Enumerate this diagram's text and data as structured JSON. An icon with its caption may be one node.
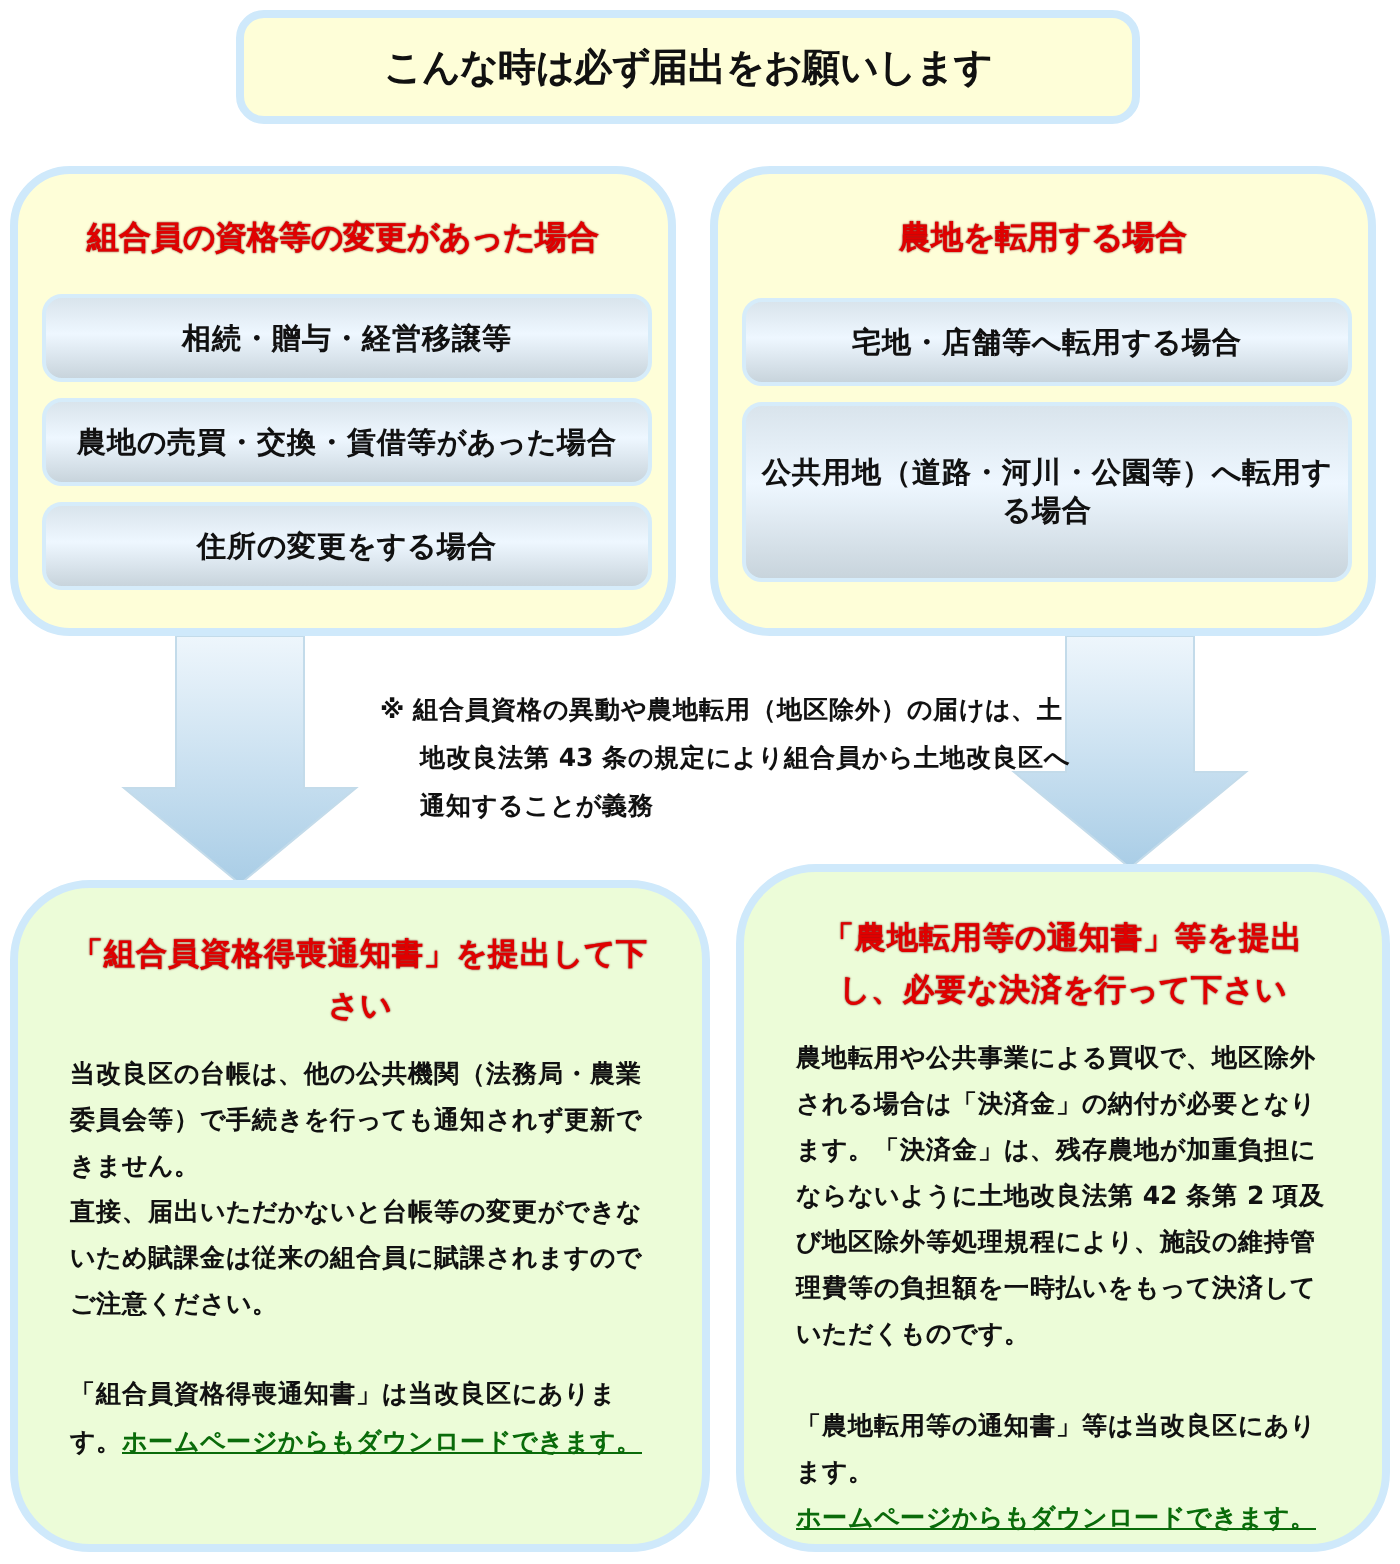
{
  "diagram": {
    "nodes": [
      {
        "text": [
          "こんな時は必ず届出をお願いします"
        ]
      },
      {
        "text": [
          "組合員の資格等の変更があった場合"
        ]
      },
      {
        "text": [
          "相続・贈与・経営移譲等"
        ],
        "in": 1
      },
      {
        "text": [
          "農地の売買・交換・賃借等があった場合"
        ],
        "in": 1
      },
      {
        "text": [
          "住所の変更をする場合"
        ],
        "in": 1
      },
      {
        "text": [
          "農地を転用する場合"
        ]
      },
      {
        "text": [
          "宅地・店舗等へ転用する場合"
        ],
        "in": 5
      },
      {
        "text": [
          "公共用地（道路・河川・公園等）へ転用する場合"
        ],
        "in": 5
      },
      {
        "text": [
          "「組合員資格得喪通知書」を提出して下さい",
          "当改良区の台帳は、他の公共機関（法務局・農業委員会等）で手続きを行っても通知されず更新できません。",
          "直接、届出いただかないと台帳等の変更ができないため賦課金は従来の組合員に賦課されますのでご注意ください。",
          "「組合員資格得喪通知書」は当改良区にあります。",
          "ホームページからもダウンロードできます。"
        ]
      },
      {
        "text": [
          "「農地転用等の通知書」等を提出し、必要な決済を行って下さい",
          "農地転用や公共事業による買収で、地区除外される場合は「決済金」の納付が必要となります。「決済金」は、残存農地が加重負担にならないように土地改良法第 42 条第 2 項及び地区除外等処理規程により、施設の維持管理費等の負担額を一時払いをもって決済していただくものです。",
          "「農地転用等の通知書」等は当改良区にあります。",
          "ホームページからもダウンロードできます。"
        ]
      }
    ],
    "edges": [
      {
        "from": 1,
        "to": 8,
        "arrow": "to"
      },
      {
        "from": 5,
        "to": 9,
        "arrow": "to"
      }
    ],
    "labels": [
      "※ 組合員資格の異動や農地転用（地区除外）の届けは、土地改良法第 43 条の規定により組合員から土地改良区へ通知することが義務"
    ]
  }
}
